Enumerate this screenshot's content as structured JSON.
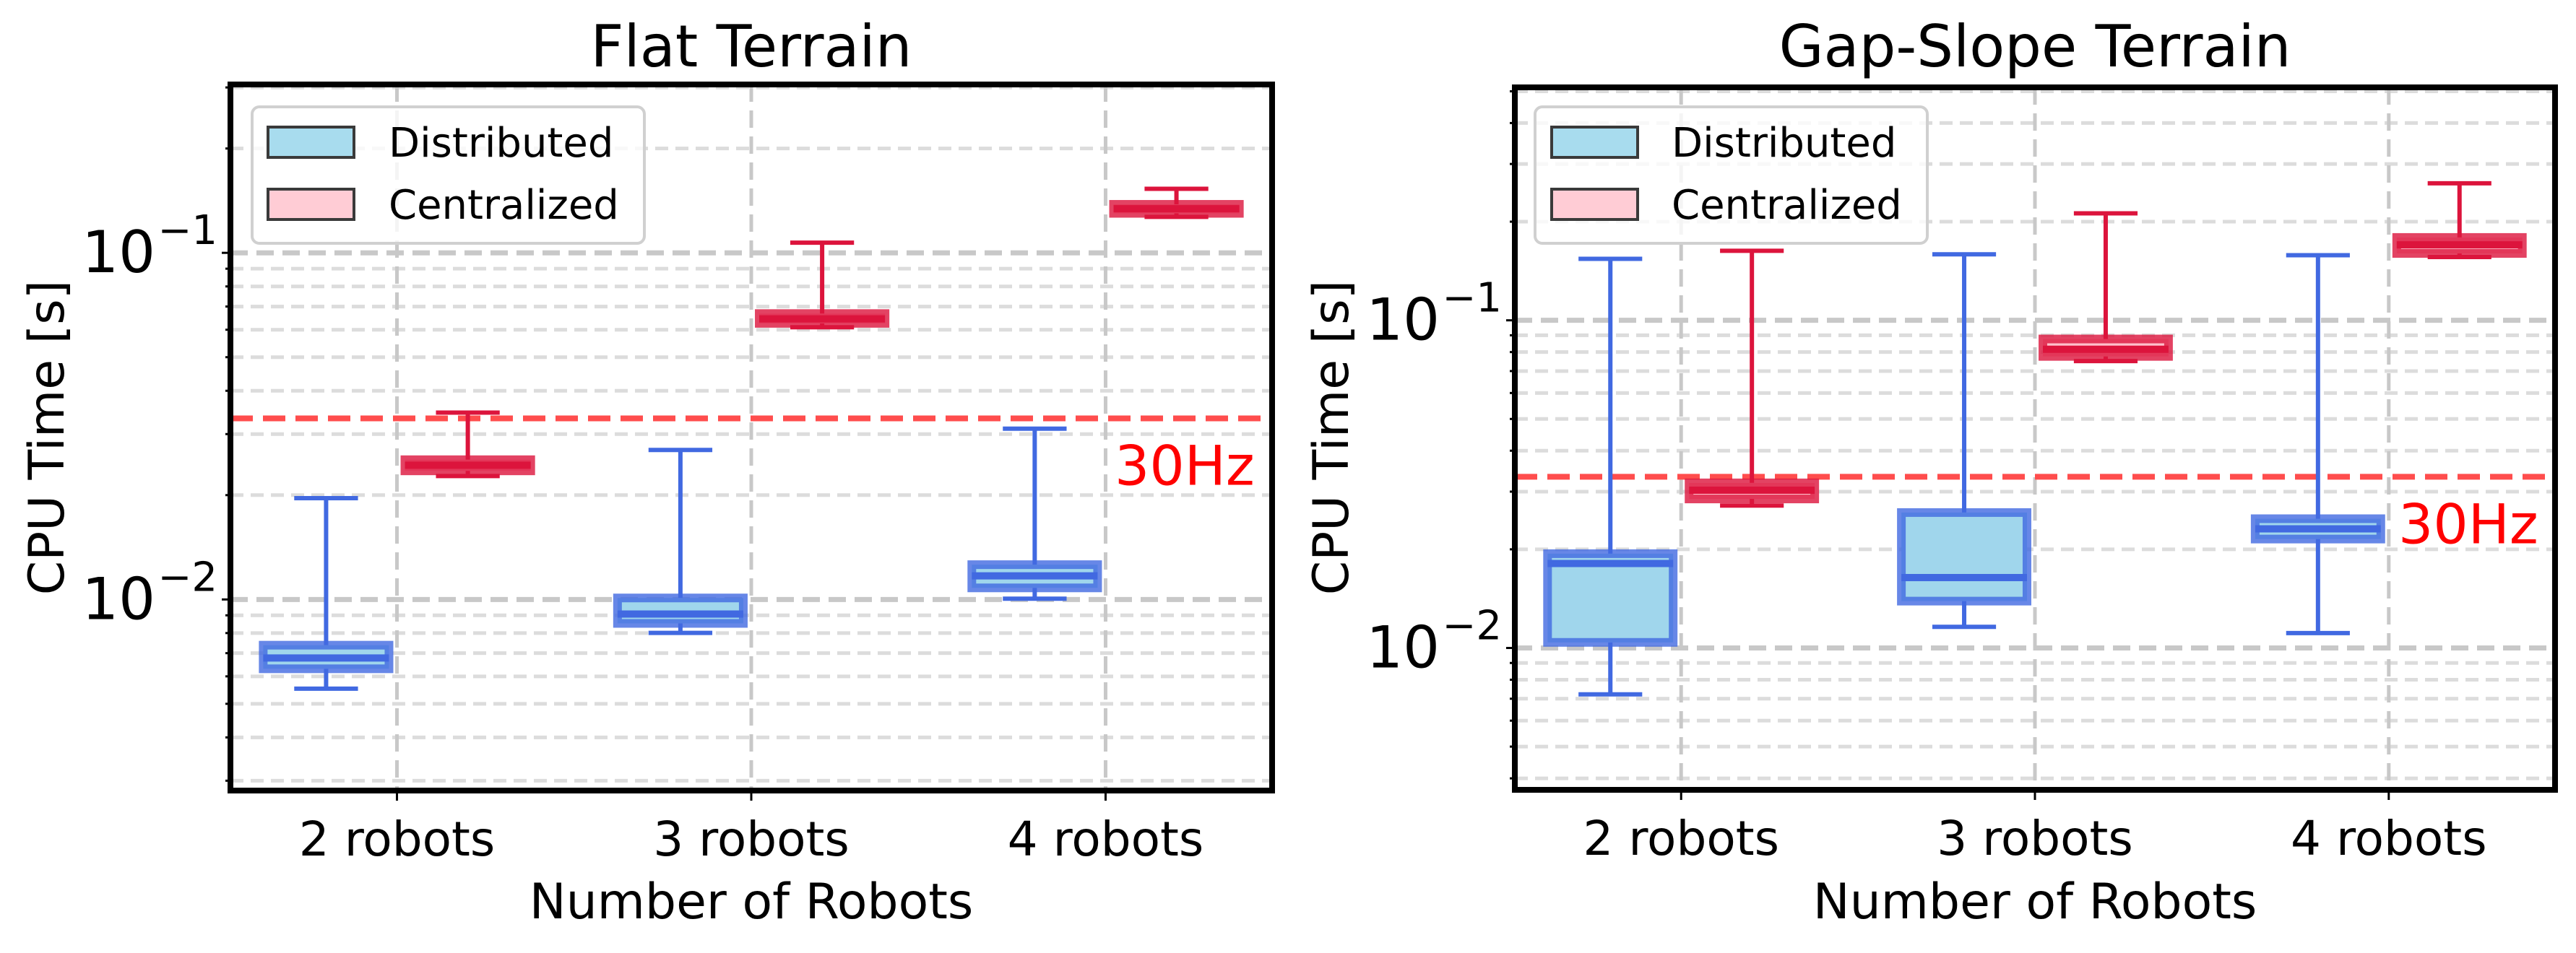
{
  "figure": {
    "panels_count": 2
  },
  "legend": {
    "entries": [
      {
        "label": "Distributed",
        "fill": "#a8dcee",
        "edge": "#3a3a3a"
      },
      {
        "label": "Centralized",
        "fill": "#ffccd5",
        "edge": "#3a3a3a"
      }
    ],
    "placement": "upper-left"
  },
  "style": {
    "distributed_color": "#4169e1",
    "distributed_fill": "#a0d6ec",
    "centralized_color": "#dc143c",
    "centralized_fill": "#ffc0cb",
    "threshold_color": "#ff4d4d",
    "threshold_label_color": "#ff0000",
    "grid_major_color": "#c8c8c8",
    "grid_minor_color": "#dcdcdc"
  },
  "chart_data": [
    {
      "type": "box",
      "title": "Flat Terrain",
      "xlabel": "Number of Robots",
      "ylabel": "CPU Time [s]",
      "yscale": "log",
      "ylim": [
        0.00281,
        0.306
      ],
      "yticks": [
        {
          "base": "10",
          "exp": "−2",
          "value": 0.01
        },
        {
          "base": "10",
          "exp": "−1",
          "value": 0.1
        }
      ],
      "grid": true,
      "categories": [
        "2 robots",
        "3 robots",
        "4 robots"
      ],
      "threshold": {
        "value": 0.0333,
        "label": "30Hz"
      },
      "series": [
        {
          "name": "Distributed",
          "boxes": [
            {
              "whislo": 0.00553,
              "q1": 0.00631,
              "med": 0.00678,
              "q3": 0.00738,
              "whishi": 0.0196
            },
            {
              "whislo": 0.00801,
              "q1": 0.00853,
              "med": 0.00908,
              "q3": 0.0101,
              "whishi": 0.027
            },
            {
              "whislo": 0.01005,
              "q1": 0.0108,
              "med": 0.0117,
              "q3": 0.0126,
              "whishi": 0.0311
            }
          ]
        },
        {
          "name": "Centralized",
          "boxes": [
            {
              "whislo": 0.0227,
              "q1": 0.0235,
              "med": 0.0244,
              "q3": 0.0253,
              "whishi": 0.0346
            },
            {
              "whislo": 0.061,
              "q1": 0.0626,
              "med": 0.0645,
              "q3": 0.0668,
              "whishi": 0.107
            },
            {
              "whislo": 0.127,
              "q1": 0.13,
              "med": 0.134,
              "q3": 0.138,
              "whishi": 0.153
            }
          ]
        }
      ]
    },
    {
      "type": "box",
      "title": "Gap-Slope Terrain",
      "xlabel": "Number of Robots",
      "ylabel": "CPU Time [s]",
      "yscale": "log",
      "ylim": [
        0.00369,
        0.514
      ],
      "yticks": [
        {
          "base": "10",
          "exp": "−2",
          "value": 0.01
        },
        {
          "base": "10",
          "exp": "−1",
          "value": 0.1
        }
      ],
      "grid": true,
      "categories": [
        "2 robots",
        "3 robots",
        "4 robots"
      ],
      "threshold": {
        "value": 0.0333,
        "label": "30Hz"
      },
      "series": [
        {
          "name": "Distributed",
          "boxes": [
            {
              "whislo": 0.00722,
              "q1": 0.0104,
              "med": 0.0181,
              "q3": 0.0194,
              "whishi": 0.154
            },
            {
              "whislo": 0.0116,
              "q1": 0.0139,
              "med": 0.0164,
              "q3": 0.0259,
              "whishi": 0.159
            },
            {
              "whislo": 0.0111,
              "q1": 0.0215,
              "med": 0.0231,
              "q3": 0.0248,
              "whishi": 0.158
            }
          ]
        },
        {
          "name": "Centralized",
          "boxes": [
            {
              "whislo": 0.0272,
              "q1": 0.0285,
              "med": 0.0303,
              "q3": 0.0319,
              "whishi": 0.163
            },
            {
              "whislo": 0.0751,
              "q1": 0.0776,
              "med": 0.0816,
              "q3": 0.0877,
              "whishi": 0.212
            },
            {
              "whislo": 0.156,
              "q1": 0.16,
              "med": 0.17,
              "q3": 0.179,
              "whishi": 0.262
            }
          ]
        }
      ]
    }
  ]
}
